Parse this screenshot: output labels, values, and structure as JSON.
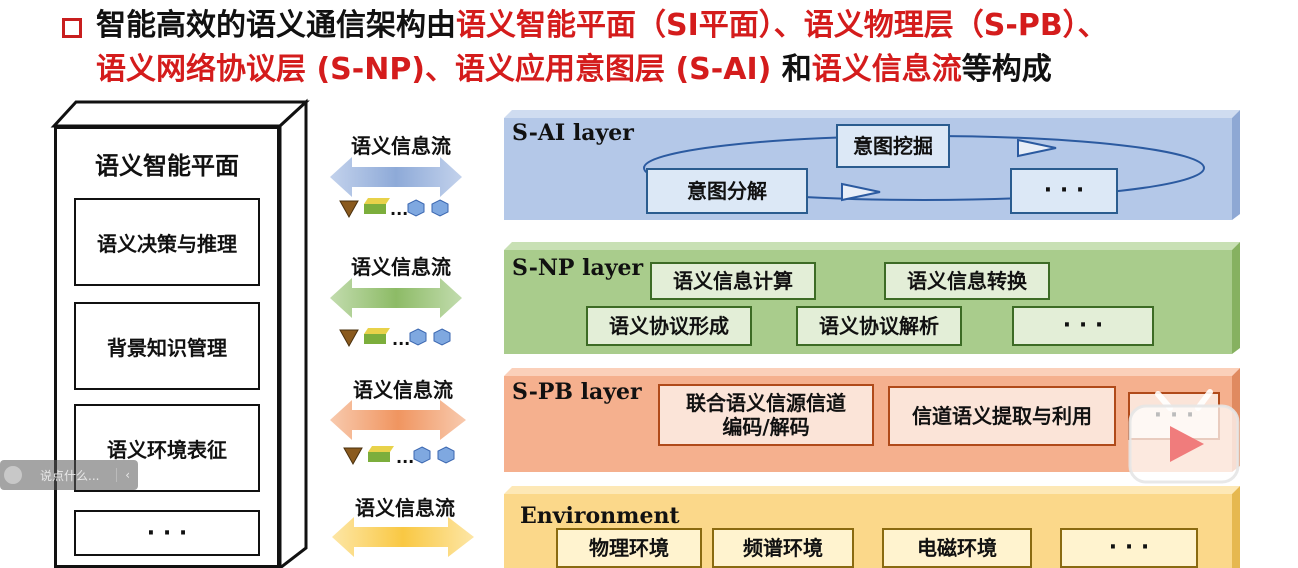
{
  "title": {
    "line1_black": "智能高效的语义通信架构由",
    "line1_red": "语义智能平面（SI平面）、语义物理层（S-PB）、",
    "line2_red_a": "语义网络协议层 (S-NP)、语义应用意图层 (S-AI)",
    "line2_black_a": " 和",
    "line2_red_b": "语义信息流",
    "line2_black_b": "等构成"
  },
  "si_plane": {
    "heading": "语义智能平面",
    "items": [
      "语义决策与推理",
      "背景知识管理",
      "语义环境表征",
      "· · ·"
    ]
  },
  "flows": [
    "语义信息流",
    "语义信息流",
    "语义信息流",
    "语义信息流"
  ],
  "flow_ellipsis": [
    "...",
    "...",
    "..."
  ],
  "layers": {
    "sai": {
      "label": "S-AI layer",
      "nodes": [
        "意图挖掘",
        "意图分解",
        "· · ·"
      ]
    },
    "snp": {
      "label": "S-NP layer",
      "nodes": [
        "语义信息计算",
        "语义信息转换",
        "语义协议形成",
        "语义协议解析",
        "· · ·"
      ]
    },
    "spb": {
      "label": "S-PB layer",
      "nodes": [
        "联合语义信源信道",
        "编码/解码",
        "信道语义提取与利用",
        "· · ·"
      ]
    },
    "env": {
      "label": "Environment",
      "nodes": [
        "物理环境",
        "频谱环境",
        "电磁环境",
        "· · ·"
      ]
    }
  },
  "overlay": {
    "comment_placeholder": "说点什么..."
  },
  "colors": {
    "title_red": "#d41c1c",
    "sai_layer": "#b4c8e8",
    "snp_layer": "#a9cc8c",
    "spb_layer": "#f5b08e",
    "env_layer": "#fbd88a"
  }
}
